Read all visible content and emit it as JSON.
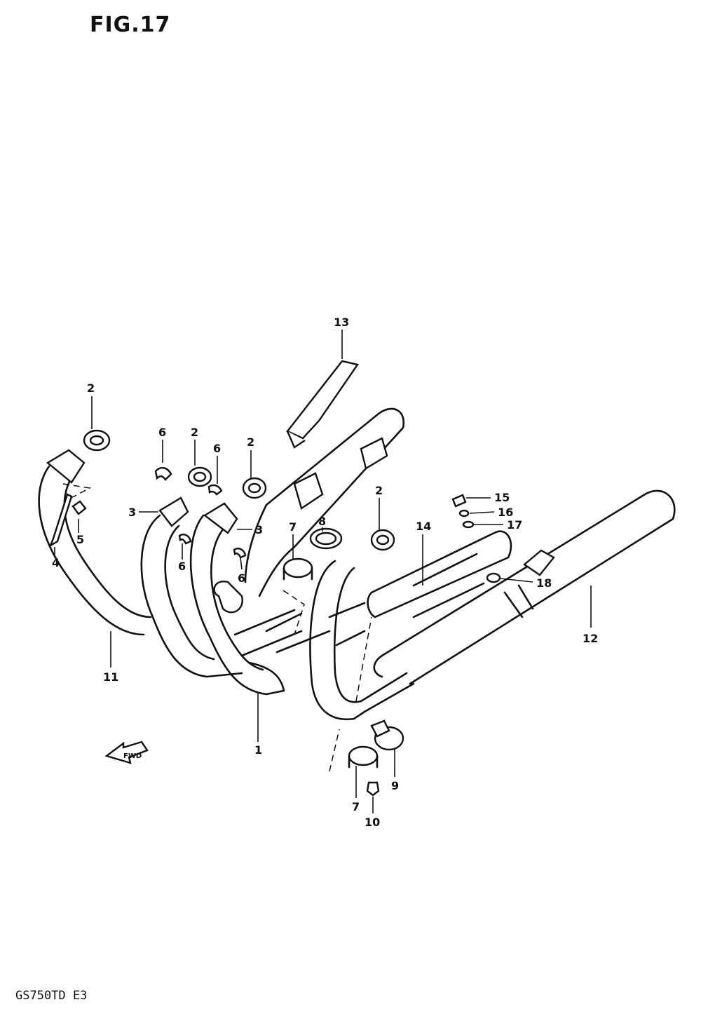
{
  "figure": {
    "title": "FIG.17",
    "model": "GS750TD  E3"
  },
  "fwd_arrow": {
    "label": "FWD"
  },
  "callouts": [
    {
      "id": "c-2a",
      "label": "2"
    },
    {
      "id": "c-6a",
      "label": "6"
    },
    {
      "id": "c-2b",
      "label": "2"
    },
    {
      "id": "c-6b",
      "label": "6"
    },
    {
      "id": "c-2c",
      "label": "2"
    },
    {
      "id": "c-13",
      "label": "13"
    },
    {
      "id": "c-3a",
      "label": "3"
    },
    {
      "id": "c-3b",
      "label": "3"
    },
    {
      "id": "c-5",
      "label": "5"
    },
    {
      "id": "c-4",
      "label": "4"
    },
    {
      "id": "c-6c",
      "label": "6"
    },
    {
      "id": "c-6d",
      "label": "6"
    },
    {
      "id": "c-7a",
      "label": "7"
    },
    {
      "id": "c-8",
      "label": "8"
    },
    {
      "id": "c-2d",
      "label": "2"
    },
    {
      "id": "c-14",
      "label": "14"
    },
    {
      "id": "c-15",
      "label": "15"
    },
    {
      "id": "c-16",
      "label": "16"
    },
    {
      "id": "c-17",
      "label": "17"
    },
    {
      "id": "c-18",
      "label": "18"
    },
    {
      "id": "c-12",
      "label": "12"
    },
    {
      "id": "c-11",
      "label": "11"
    },
    {
      "id": "c-1",
      "label": "1"
    },
    {
      "id": "c-7b",
      "label": "7"
    },
    {
      "id": "c-9",
      "label": "9"
    },
    {
      "id": "c-10",
      "label": "10"
    }
  ]
}
